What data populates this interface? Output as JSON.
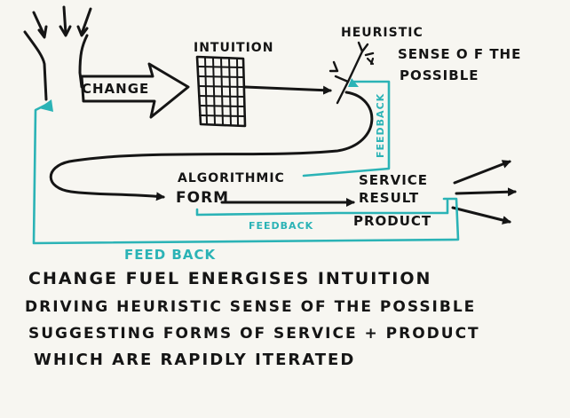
{
  "diagram": {
    "labels": {
      "change": "CHANGE",
      "intuition": "INTUITION",
      "heuristic": "HEURISTIC",
      "sense_of_the": "SENSE O F THE",
      "possible": "POSSIBLE",
      "algorithmic": "ALGORITHMIC",
      "form": "FORM",
      "service": "SERVICE",
      "result": "RESULT",
      "product": "PRODUCT"
    },
    "feedback": {
      "right": "FEEDBACK",
      "middle": "FEEDBACK",
      "bottom": "FEED BACK"
    },
    "colors": {
      "ink": "#151515",
      "feedback": "#2bb3b6",
      "paper": "#f7f6f1"
    }
  },
  "caption": {
    "lines": [
      "CHANGE FUEL ENERGISES INTUITION",
      "DRIVING HEURISTIC SENSE OF THE POSSIBLE",
      "SUGGESTING FORMS OF SERVICE + PRODUCT",
      "WHICH ARE RAPIDLY ITERATED"
    ]
  }
}
